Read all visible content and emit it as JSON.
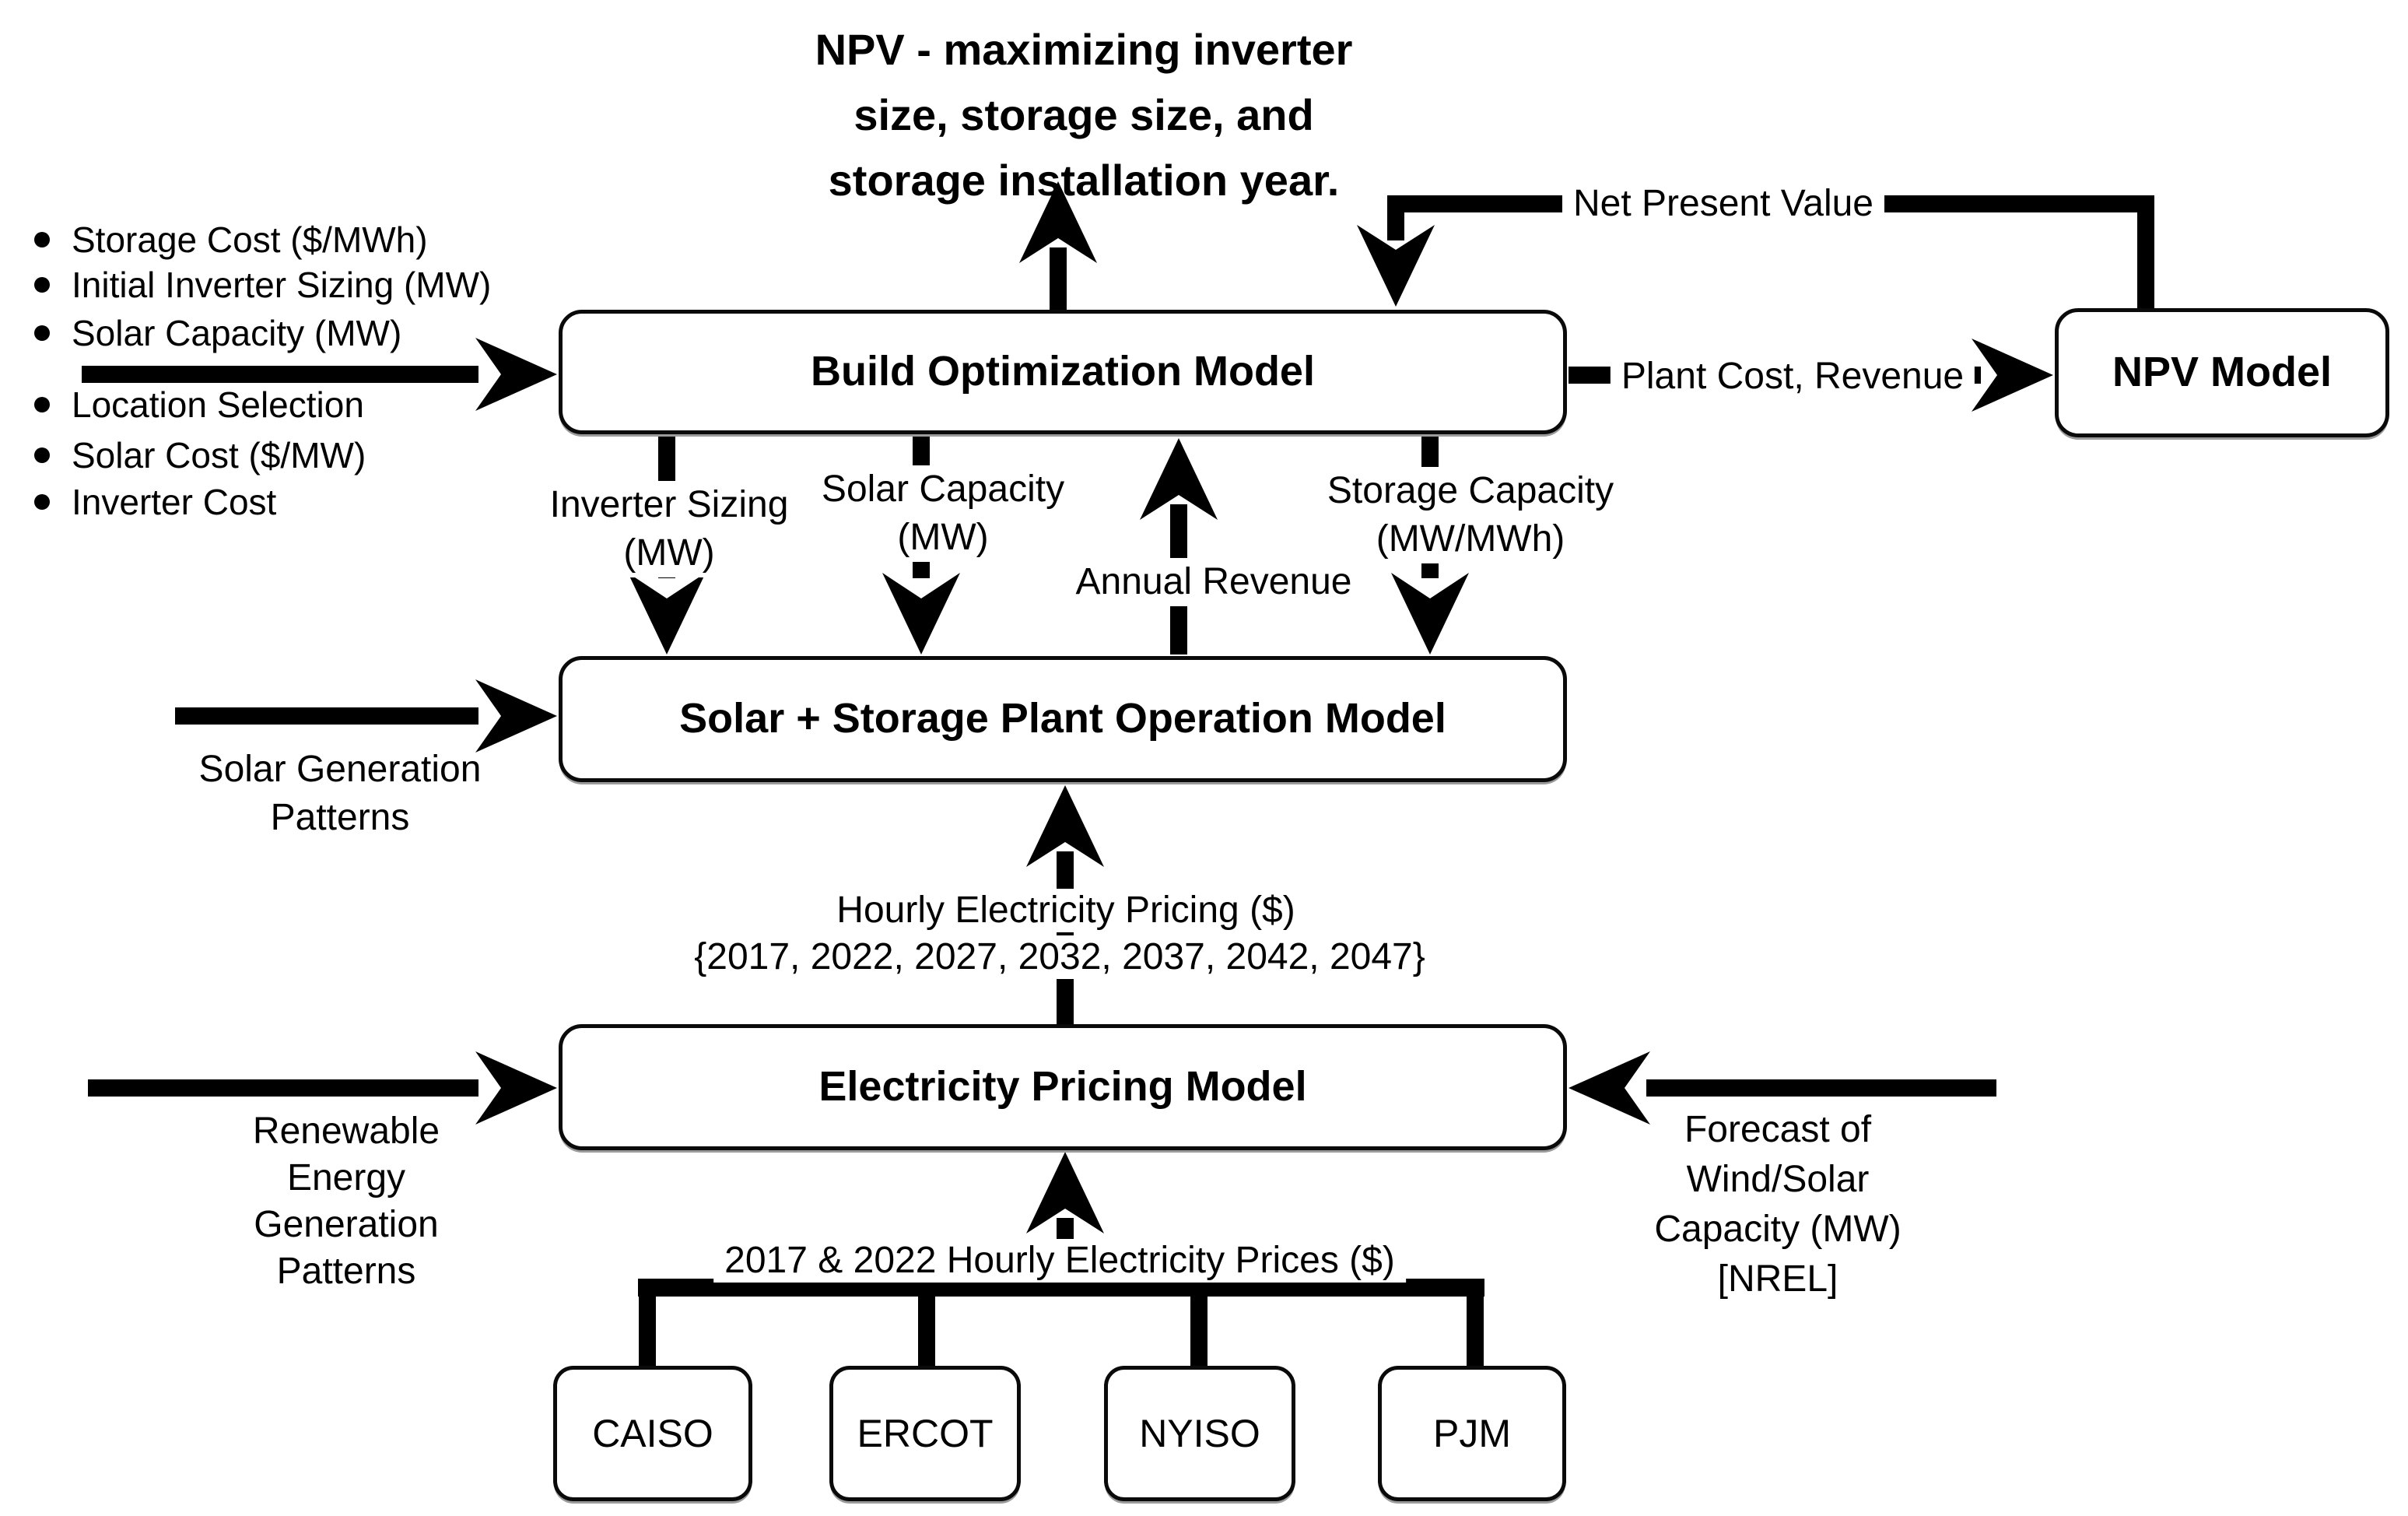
{
  "diagram": {
    "objective_title": "NPV - maximizing inverter\nsize, storage size, and\nstorage installation year.",
    "build_inputs": {
      "group1": [
        "Storage Cost ($/MWh)",
        "Initial Inverter Sizing (MW)",
        "Solar Capacity (MW)"
      ],
      "group2": [
        "Location Selection",
        "Solar Cost ($/MW)",
        "Inverter Cost"
      ]
    },
    "boxes": {
      "build": "Build Optimization Model",
      "operation": "Solar + Storage Plant Operation Model",
      "pricing": "Electricity Pricing Model",
      "npv": "NPV Model",
      "isos": [
        "CAISO",
        "ERCOT",
        "NYISO",
        "PJM"
      ]
    },
    "edges": {
      "net_present_value": "Net Present Value",
      "plant_cost_revenue": "Plant Cost, Revenue",
      "inverter_sizing": "Inverter Sizing\n(MW)",
      "solar_capacity": "Solar Capacity\n(MW)",
      "annual_revenue": "Annual Revenue",
      "storage_capacity": "Storage Capacity\n(MW/MWh)",
      "solar_generation": "Solar Generation\nPatterns",
      "renewable_patterns": "Renewable\nEnergy\nGeneration\nPatterns",
      "hourly_pricing": "Hourly Electricity Pricing ($)",
      "pricing_years": "{2017, 2022, 2027, 2032, 2037, 2042, 2047}",
      "historical_prices": "2017 & 2022 Hourly Electricity Prices ($)",
      "forecast": "Forecast of\nWind/Solar\nCapacity (MW)\n[NREL]"
    },
    "colors": {
      "ink": "#000000",
      "background": "#ffffff"
    }
  }
}
